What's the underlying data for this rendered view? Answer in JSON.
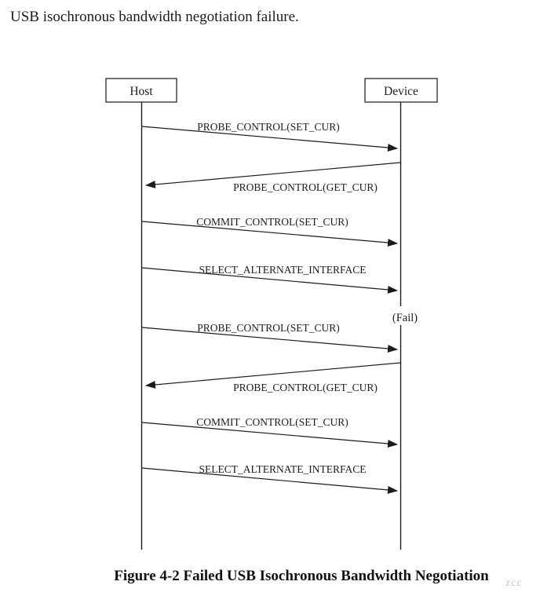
{
  "page": {
    "title": "USB isochronous bandwidth negotiation failure."
  },
  "diagram": {
    "actors": [
      {
        "name": "Host"
      },
      {
        "name": "Device"
      }
    ],
    "fail_label": "(Fail)",
    "messages": [
      {
        "label": "PROBE_CONTROL(SET_CUR)",
        "from": "Host",
        "to": "Device"
      },
      {
        "label": "PROBE_CONTROL(GET_CUR)",
        "from": "Device",
        "to": "Host"
      },
      {
        "label": "COMMIT_CONTROL(SET_CUR)",
        "from": "Host",
        "to": "Device"
      },
      {
        "label": "SELECT_ALTERNATE_INTERFACE",
        "from": "Host",
        "to": "Device"
      },
      {
        "label": "PROBE_CONTROL(SET_CUR)",
        "from": "Host",
        "to": "Device"
      },
      {
        "label": "PROBE_CONTROL(GET_CUR)",
        "from": "Device",
        "to": "Host"
      },
      {
        "label": "COMMIT_CONTROL(SET_CUR)",
        "from": "Host",
        "to": "Device"
      },
      {
        "label": "SELECT_ALTERNATE_INTERFACE",
        "from": "Host",
        "to": "Device"
      }
    ]
  },
  "caption": {
    "text": "Figure 4-2 Failed USB Isochronous Bandwidth Negotiation"
  },
  "watermark": {
    "visible_text": "zcc"
  },
  "colors": {
    "ink": "#1c1c1c",
    "watermark": "#c6c6c6",
    "background": "#ffffff"
  }
}
